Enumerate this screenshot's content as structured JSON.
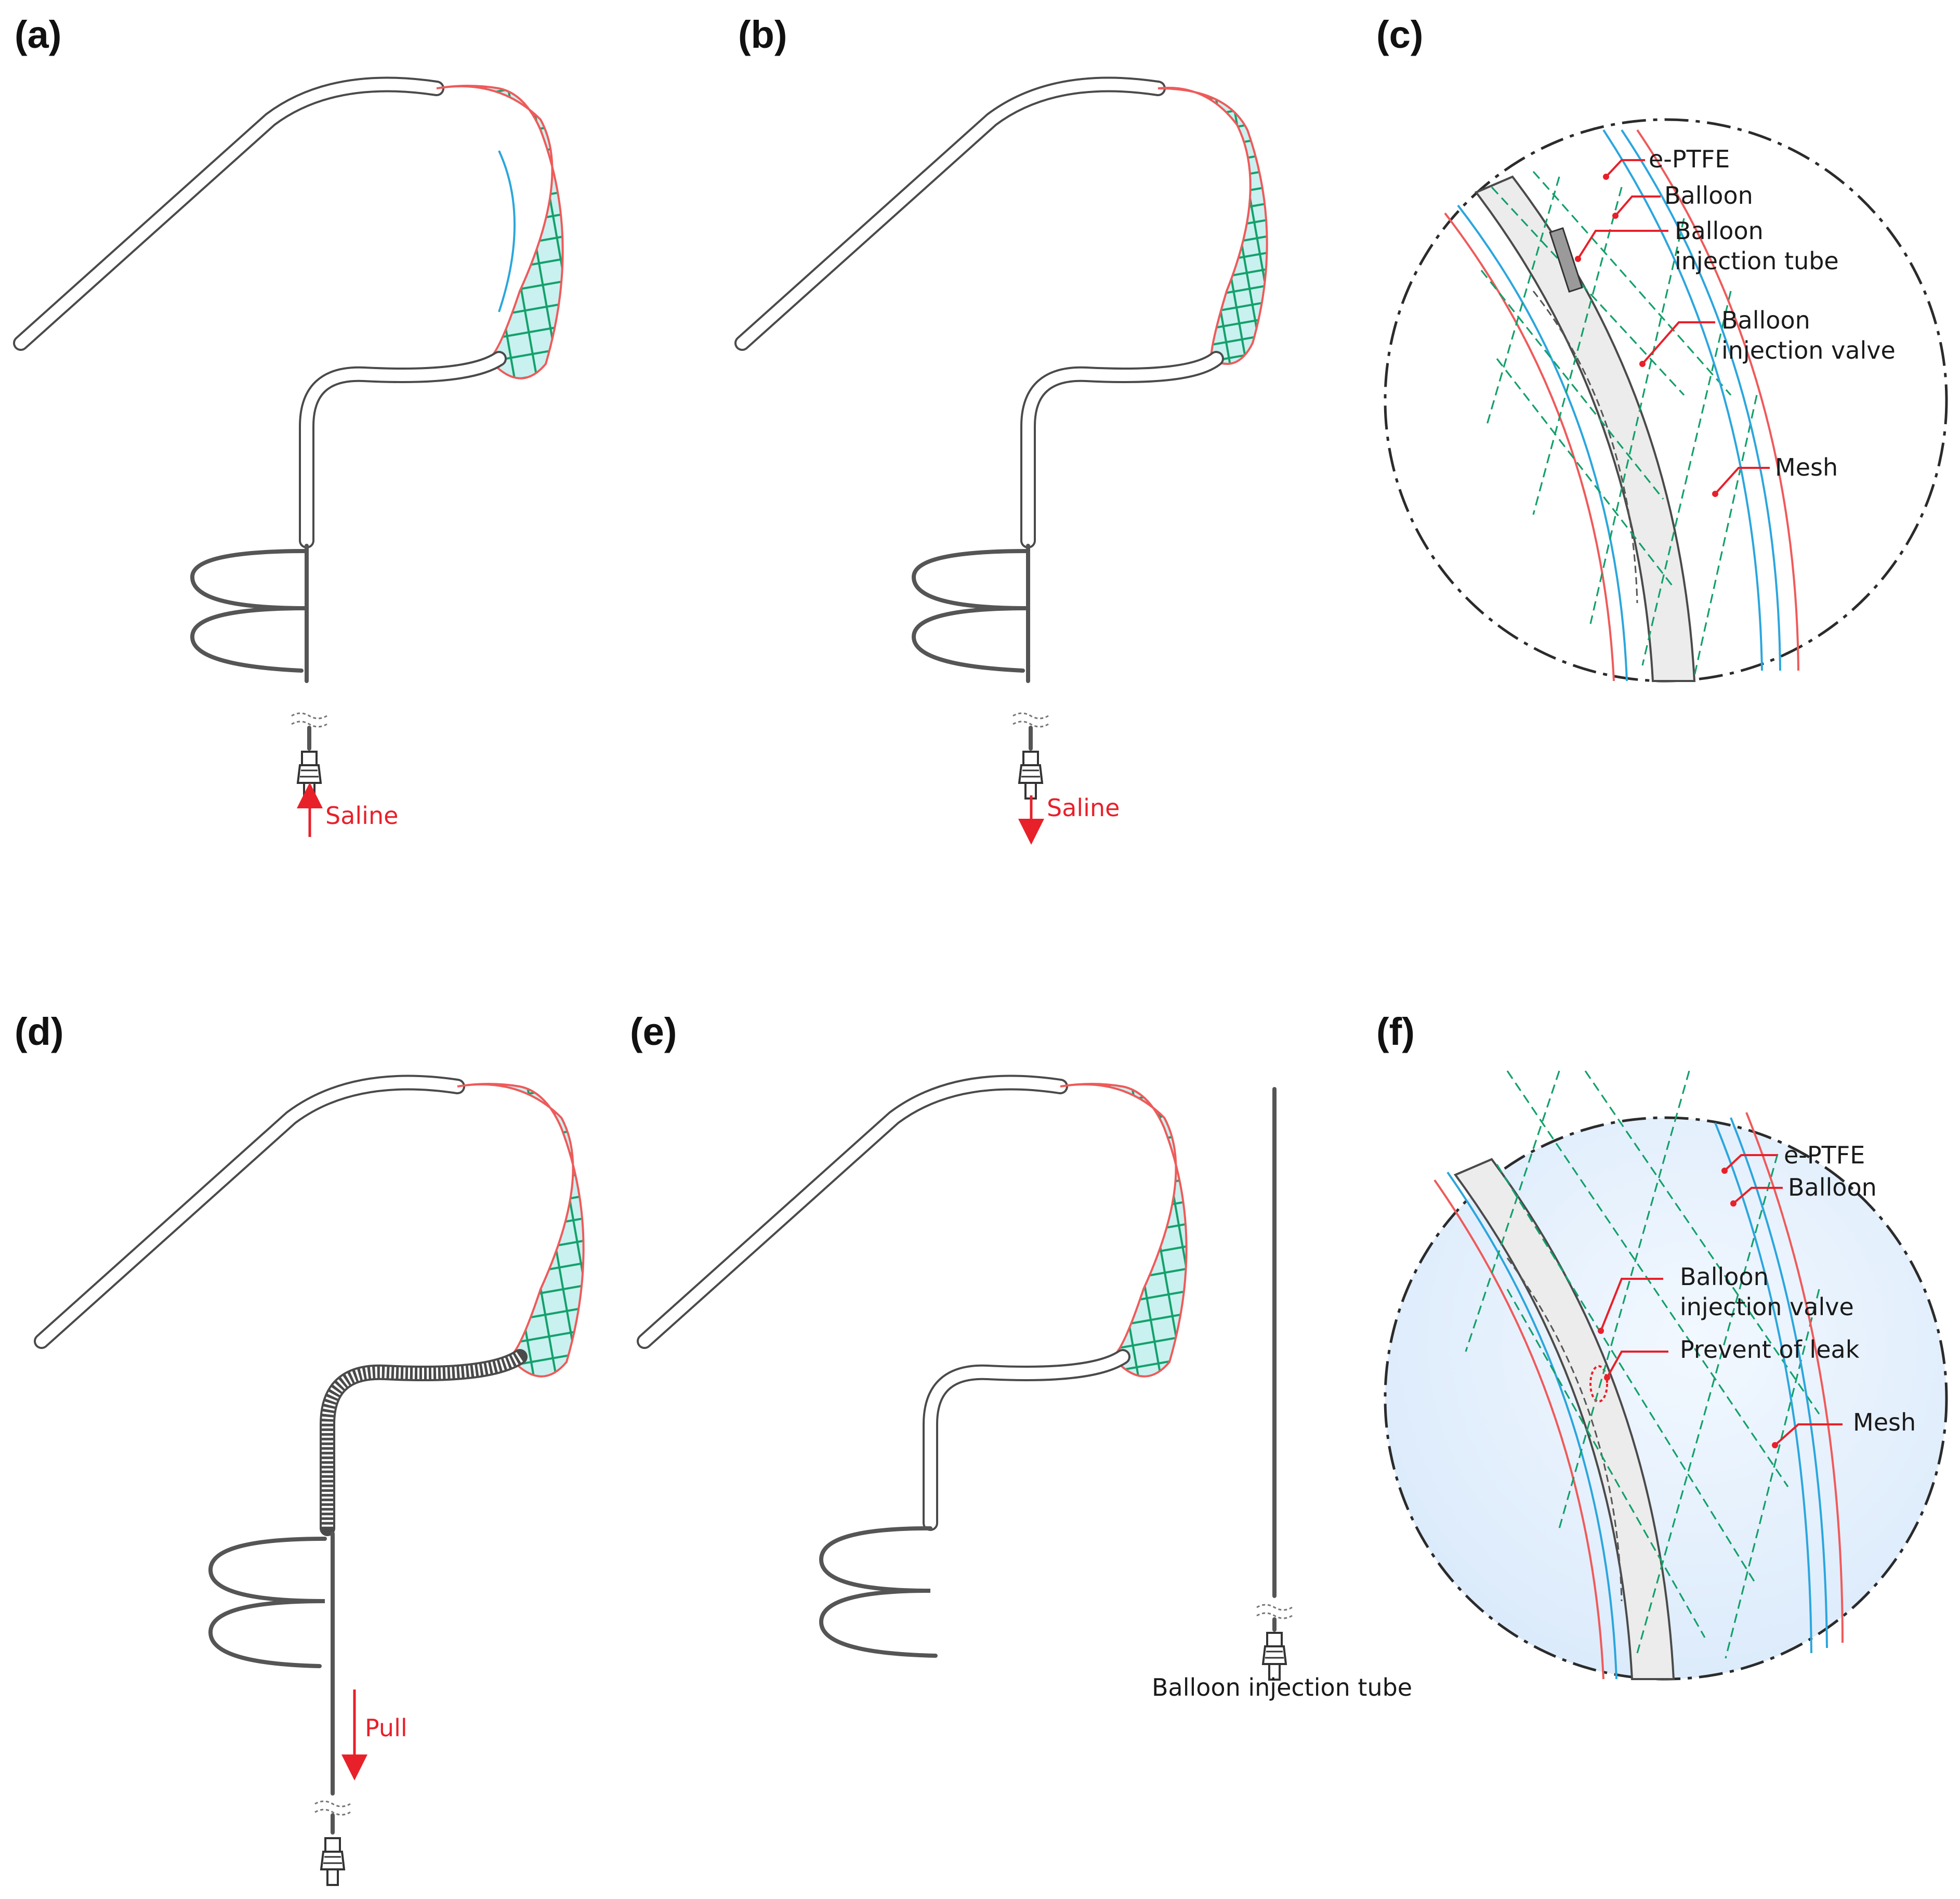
{
  "panels": {
    "a": {
      "label": "(a)",
      "flow_label": "Saline",
      "flow_direction": "up"
    },
    "b": {
      "label": "(b)",
      "flow_label": "Saline",
      "flow_direction": "down"
    },
    "c": {
      "label": "(c)",
      "callouts": [
        "e-PTFE",
        "Balloon",
        "Balloon",
        "injection tube",
        "Balloon",
        "injection valve",
        "Mesh"
      ]
    },
    "d": {
      "label": "(d)",
      "action_label": "Pull"
    },
    "e": {
      "label": "(e)",
      "caption": "Balloon injection tube"
    },
    "f": {
      "label": "(f)",
      "callouts": [
        "e-PTFE",
        "Balloon",
        "Balloon",
        "injection valve",
        "Prevent of leak",
        "Mesh"
      ]
    }
  },
  "colors": {
    "annotation_red": "#e8202a",
    "mesh_green": "#13a06a",
    "mesh_fill": "#c9f1f0",
    "balloon_blue": "#2ba6dd",
    "eptfe_red": "#ef5a5a",
    "tube_gray": "#4a4a4a"
  },
  "icons": [
    "arrow-up-icon",
    "arrow-down-icon",
    "connector-hub-icon",
    "break-mark-icon",
    "zoom-circle-icon"
  ]
}
